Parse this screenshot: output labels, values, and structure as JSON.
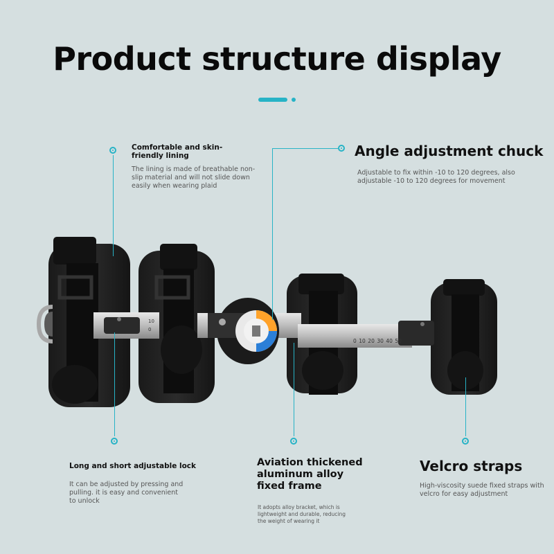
{
  "title": "Product structure display",
  "colors": {
    "accent": "#27b3c6",
    "background": "#d5dfe0"
  },
  "features": {
    "lining": {
      "heading": "Comfortable and skin-friendly lining",
      "body": "The lining is made of breathable non-slip material and will not slide down easily when wearing plaid"
    },
    "chuck": {
      "heading": "Angle adjustment chuck",
      "body": "Adjustable to fix within -10 to 120 degrees, also adjustable -10 to 120 degrees for movement"
    },
    "lock": {
      "heading": "Long and short adjustable lock",
      "body": "It can be adjusted by pressing and pulling. it is easy and convenient to unlock"
    },
    "frame": {
      "heading": "Aviation thickened aluminum alloy fixed frame",
      "body": "It adopts alloy bracket, which is lightweight and durable, reducing the weight of wearing it"
    },
    "velcro": {
      "heading": "Velcro straps",
      "body": "High-viscosity suede fixed straps with velcro for easy adjustment"
    }
  },
  "scale_labels": [
    "0",
    "10",
    "20",
    "30",
    "40",
    "50"
  ],
  "left_scale_labels": [
    "10",
    "0"
  ]
}
